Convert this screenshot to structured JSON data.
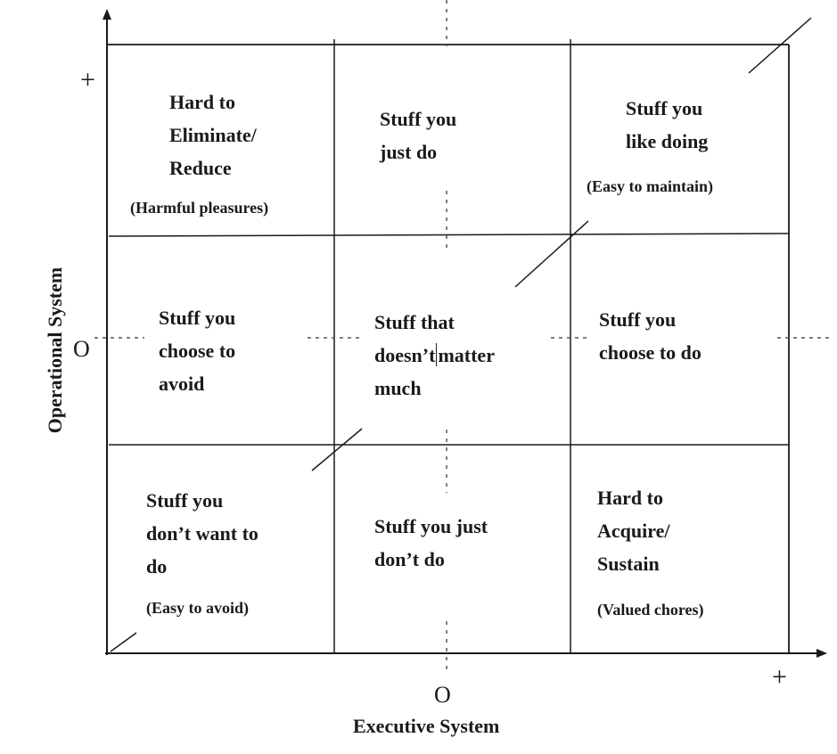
{
  "axes": {
    "y_label": "Operational System",
    "x_label": "Executive System",
    "y_plus": "+",
    "y_origin": "O",
    "x_origin": "O",
    "x_plus": "+"
  },
  "cells": {
    "top_left": {
      "lines": [
        "Hard to",
        "Eliminate/",
        "Reduce"
      ],
      "note": "(Harmful pleasures)"
    },
    "top_middle": {
      "lines": [
        "Stuff you",
        "just do"
      ]
    },
    "top_right": {
      "lines": [
        "Stuff you",
        "like doing"
      ],
      "note": "(Easy to maintain)"
    },
    "middle_left": {
      "lines": [
        "Stuff you",
        "choose to",
        "avoid"
      ]
    },
    "center": {
      "line1": "Stuff that",
      "line2_before_cursor": "doesn’t",
      "line2_after_cursor": "matter",
      "line3": "much"
    },
    "middle_right": {
      "lines": [
        "Stuff you",
        "choose to do"
      ]
    },
    "bottom_left": {
      "lines": [
        "Stuff you",
        "don’t want to",
        "do"
      ],
      "note": "(Easy to avoid)"
    },
    "bottom_middle": {
      "lines": [
        "Stuff you just",
        "don’t do"
      ]
    },
    "bottom_right": {
      "lines": [
        "Hard to",
        "Acquire/",
        "Sustain"
      ],
      "note": "(Valued chores)"
    }
  }
}
